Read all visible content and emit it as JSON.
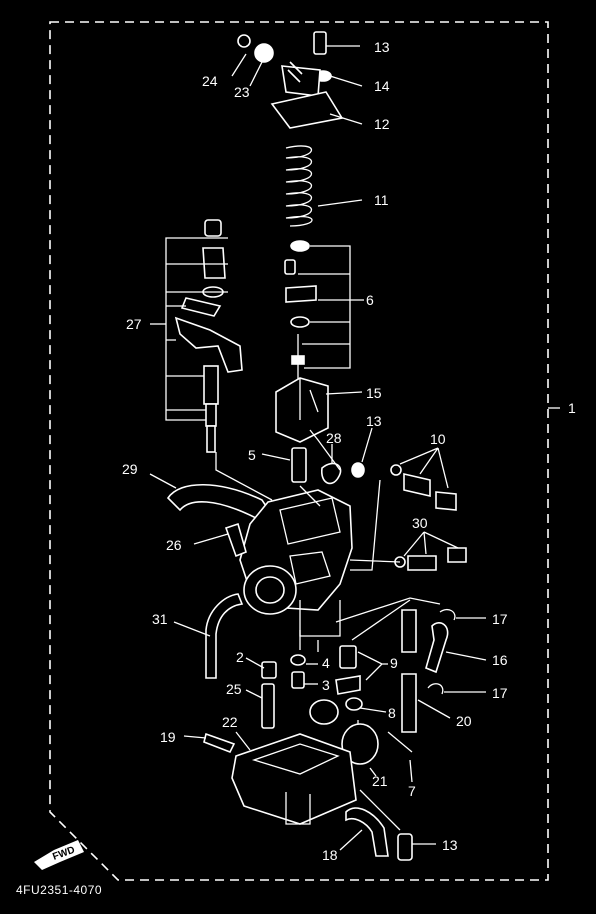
{
  "callouts": {
    "c1": "1",
    "c2": "2",
    "c3": "3",
    "c4": "4",
    "c5": "5",
    "c6": "6",
    "c7": "7",
    "c8": "8",
    "c9": "9",
    "c10": "10",
    "c11": "11",
    "c12": "12",
    "c13a": "13",
    "c13b": "13",
    "c13c": "13",
    "c14": "14",
    "c15": "15",
    "c16": "16",
    "c17a": "17",
    "c17b": "17",
    "c18": "18",
    "c19": "19",
    "c20": "20",
    "c21": "21",
    "c22": "22",
    "c23": "23",
    "c24": "24",
    "c25": "25",
    "c26": "26",
    "c27": "27",
    "c28": "28",
    "c29": "29",
    "c30": "30",
    "c31": "31"
  },
  "fwd_badge": "FWD",
  "part_number": "4FU2351-4070"
}
